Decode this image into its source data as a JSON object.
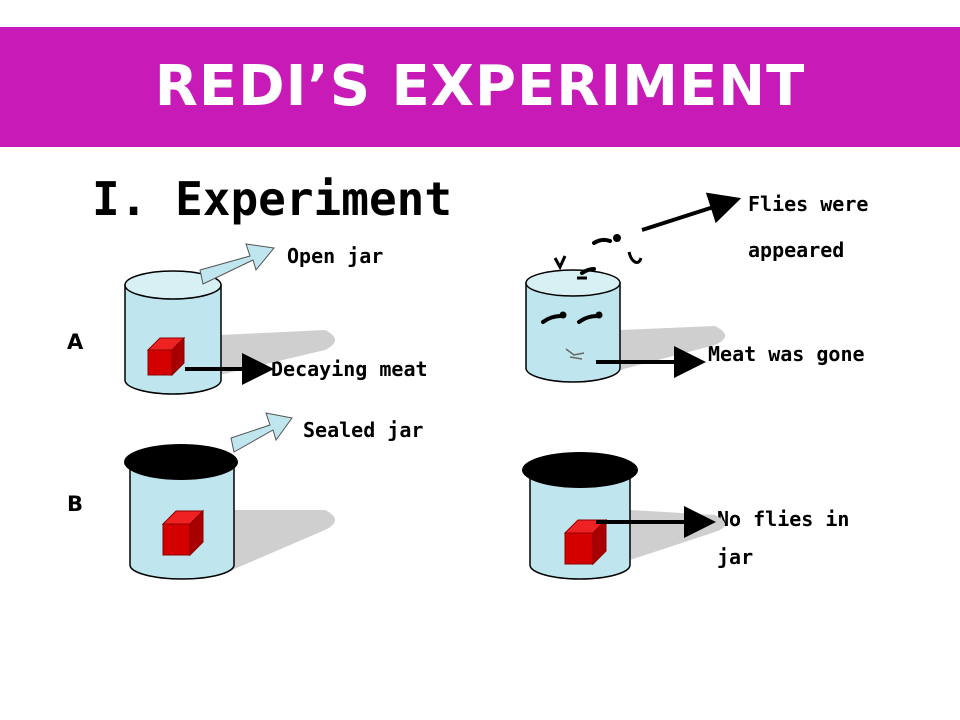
{
  "title": "REDI’S EXPERIMENT",
  "heading": "I. Experiment",
  "rows": {
    "a": "A",
    "b": "B"
  },
  "labels": {
    "open_jar": "Open jar",
    "decaying_meat": "Decaying meat",
    "sealed_jar": "Sealed jar",
    "flies_line1": "Flies were",
    "flies_line2": "appeared",
    "meat_gone": "Meat was gone",
    "no_flies_line1": "No flies in",
    "no_flies_line2": "jar"
  },
  "colors": {
    "banner": "#c71ab7",
    "jar_body": "#bfe6ee",
    "jar_lid": "#000000",
    "meat": "#d40000",
    "shadow": "#cfcfcf",
    "arrow_fill": "#bfe6ee"
  }
}
